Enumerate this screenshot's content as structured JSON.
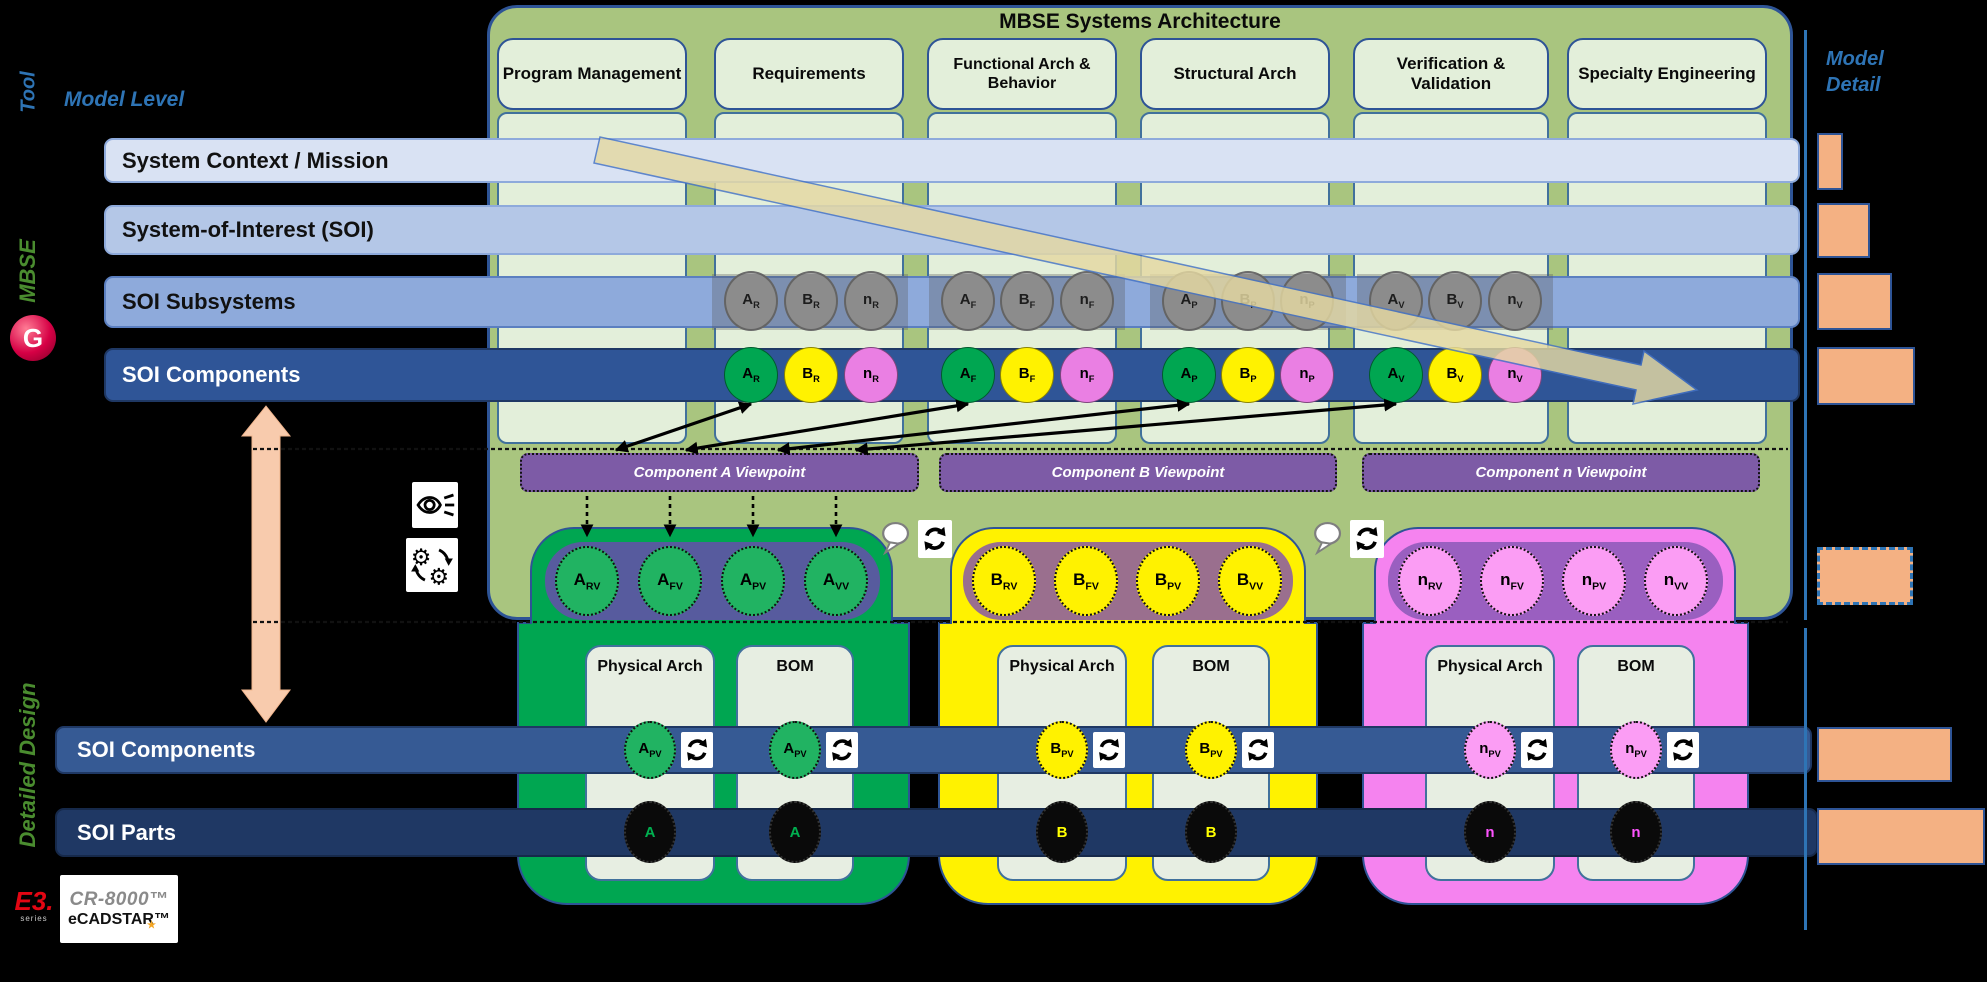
{
  "title": "MBSE Systems Architecture",
  "side": {
    "tool": "Tool",
    "model_level": "Model Level",
    "mbse": "MBSE",
    "detailed_design": "Detailed Design"
  },
  "columns": [
    {
      "label": "Program Management"
    },
    {
      "label": "Requirements"
    },
    {
      "label": "Functional Arch & Behavior"
    },
    {
      "label": "Structural Arch"
    },
    {
      "label": "Verification & Validation"
    },
    {
      "label": "Specialty Engineering"
    }
  ],
  "levels": {
    "system_context": "System Context / Mission",
    "soi": "System-of-Interest (SOI)",
    "soi_subsystems": "SOI Subsystems",
    "soi_components": "SOI Components",
    "soi_components_detailed": "SOI Components",
    "soi_parts": "SOI Parts"
  },
  "viewpoints": [
    {
      "label": "Component A Viewpoint"
    },
    {
      "label": "Component B Viewpoint"
    },
    {
      "label": "Component n Viewpoint"
    }
  ],
  "subsystem_circles": [
    {
      "main": "A",
      "sub": "R"
    },
    {
      "main": "B",
      "sub": "R"
    },
    {
      "main": "n",
      "sub": "R"
    },
    {
      "main": "A",
      "sub": "F"
    },
    {
      "main": "B",
      "sub": "F"
    },
    {
      "main": "n",
      "sub": "F"
    },
    {
      "main": "A",
      "sub": "P"
    },
    {
      "main": "B",
      "sub": "P"
    },
    {
      "main": "n",
      "sub": "P"
    },
    {
      "main": "A",
      "sub": "V"
    },
    {
      "main": "B",
      "sub": "V"
    },
    {
      "main": "n",
      "sub": "V"
    }
  ],
  "component_circles": [
    {
      "main": "A",
      "sub": "R"
    },
    {
      "main": "B",
      "sub": "R"
    },
    {
      "main": "n",
      "sub": "R"
    },
    {
      "main": "A",
      "sub": "F"
    },
    {
      "main": "B",
      "sub": "F"
    },
    {
      "main": "n",
      "sub": "F"
    },
    {
      "main": "A",
      "sub": "P"
    },
    {
      "main": "B",
      "sub": "P"
    },
    {
      "main": "n",
      "sub": "P"
    },
    {
      "main": "A",
      "sub": "V"
    },
    {
      "main": "B",
      "sub": "V"
    },
    {
      "main": "n",
      "sub": "V"
    }
  ],
  "palette": {
    "subsystem_gray": "#a6a6a6",
    "component_fills": {
      "A": "#00a651",
      "B": "#fff200",
      "n": "#ea7fe3"
    },
    "row_dark_blue": "#2f5597",
    "panel_green": "#a9c57f",
    "detail_bar_orange": "#f4b183"
  },
  "containers": [
    {
      "label": "A",
      "fill": "#00a651",
      "inner_fill": "#575b9e",
      "circle_fill": "#21b362",
      "circles": [
        {
          "main": "A",
          "sub": "RV"
        },
        {
          "main": "A",
          "sub": "FV"
        },
        {
          "main": "A",
          "sub": "PV"
        },
        {
          "main": "A",
          "sub": "VV"
        }
      ],
      "physical_arch_label": "Physical Arch",
      "bom_label": "BOM",
      "pv_circle": {
        "main": "A",
        "sub": "PV"
      },
      "part_label": "A",
      "part_color": "#00b050"
    },
    {
      "label": "B",
      "fill": "#fff200",
      "inner_fill": "#9a6f8e",
      "circle_fill": "#fff200",
      "circles": [
        {
          "main": "B",
          "sub": "RV"
        },
        {
          "main": "B",
          "sub": "FV"
        },
        {
          "main": "B",
          "sub": "PV"
        },
        {
          "main": "B",
          "sub": "VV"
        }
      ],
      "physical_arch_label": "Physical Arch",
      "bom_label": "BOM",
      "pv_circle": {
        "main": "B",
        "sub": "PV"
      },
      "part_label": "B",
      "part_color": "#ffff00"
    },
    {
      "label": "n",
      "fill": "#f583ef",
      "inner_fill": "#9a5fc0",
      "circle_fill": "#fb9df4",
      "circles": [
        {
          "main": "n",
          "sub": "RV"
        },
        {
          "main": "n",
          "sub": "FV"
        },
        {
          "main": "n",
          "sub": "PV"
        },
        {
          "main": "n",
          "sub": "VV"
        }
      ],
      "physical_arch_label": "Physical Arch",
      "bom_label": "BOM",
      "pv_circle": {
        "main": "n",
        "sub": "PV"
      },
      "part_label": "n",
      "part_color": "#ff54ff"
    }
  ],
  "model_detail": {
    "label": "Model Detail",
    "bars": [
      {
        "level": "system-context-mission",
        "style": "solid"
      },
      {
        "level": "system-of-interest",
        "style": "solid"
      },
      {
        "level": "soi-subsystems",
        "style": "solid"
      },
      {
        "level": "soi-components",
        "style": "solid"
      },
      {
        "level": "component-viewpoints",
        "style": "dashed"
      },
      {
        "level": "soi-components-detailed",
        "style": "solid"
      },
      {
        "level": "soi-parts",
        "style": "solid"
      }
    ]
  },
  "icons": {
    "view": "eye-icon",
    "process": "gears-sync-icon",
    "comment": "speech-bubble-icon",
    "sync": "sync-arrows-icon"
  },
  "logos": {
    "genesys_letter": "G",
    "e3_main": "E3.",
    "e3_sub": "series",
    "cr8000": "CR-8000™",
    "ecadstar": "eCADSTAR™"
  }
}
